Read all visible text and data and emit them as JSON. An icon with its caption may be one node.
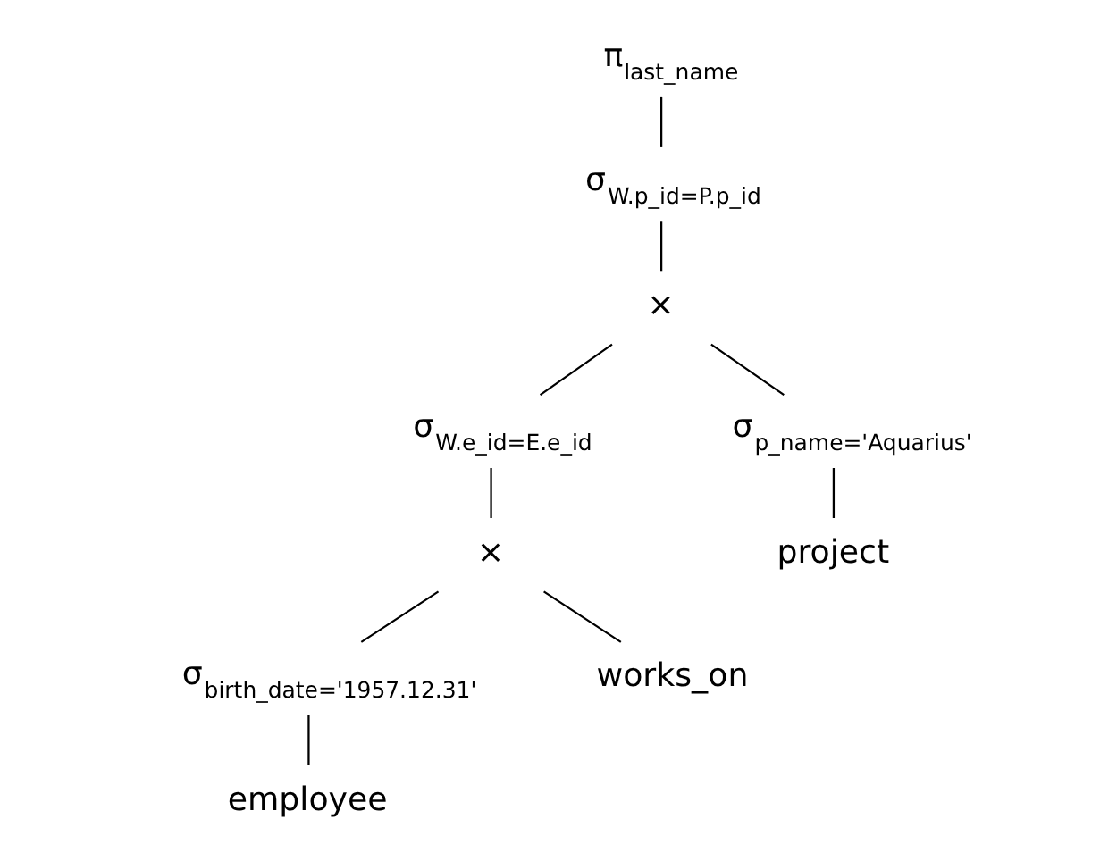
{
  "diagram": {
    "nodes": [
      {
        "text": [
          "π$_{last_name}$"
        ]
      },
      {
        "text": [
          "σ$_{W.p_id=P.p_id}$"
        ]
      },
      {
        "text": [
          "×"
        ]
      },
      {
        "text": [
          "σ$_{W.e_id=E.e_id}$"
        ]
      },
      {
        "text": [
          "σ$_{p_name='Aquarius'}$"
        ]
      },
      {
        "text": [
          "project"
        ]
      },
      {
        "text": [
          "×"
        ]
      },
      {
        "text": [
          "σ$_{birth_date='1957.12.31'}$"
        ]
      },
      {
        "text": [
          "works_on"
        ]
      },
      {
        "text": [
          "employee"
        ]
      }
    ],
    "edges": [
      {
        "from": 0,
        "to": 1,
        "arrow": "none"
      },
      {
        "from": 1,
        "to": 2,
        "arrow": "none"
      },
      {
        "from": 2,
        "to": 3,
        "arrow": "none"
      },
      {
        "from": 2,
        "to": 4,
        "arrow": "none"
      },
      {
        "from": 4,
        "to": 5,
        "arrow": "none"
      },
      {
        "from": 3,
        "to": 6,
        "arrow": "none"
      },
      {
        "from": 6,
        "to": 7,
        "arrow": "none"
      },
      {
        "from": 6,
        "to": 8,
        "arrow": "none"
      },
      {
        "from": 7,
        "to": 9,
        "arrow": "none"
      }
    ]
  }
}
